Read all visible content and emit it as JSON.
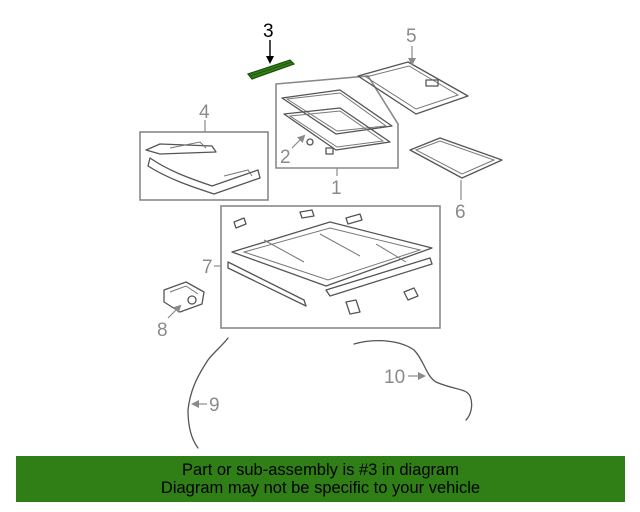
{
  "callouts": {
    "c1": "1",
    "c2": "2",
    "c3": "3",
    "c4": "4",
    "c5": "5",
    "c6": "6",
    "c7": "7",
    "c8": "8",
    "c9": "9",
    "c10": "10"
  },
  "highlighted_part": "3",
  "banner": {
    "line1": "Part or sub-assembly is #3 in diagram",
    "line2": "Diagram may not be specific to your vehicle"
  },
  "colors": {
    "banner_bg": "#2f7f16",
    "highlight_part": "#2f7f16",
    "line_art": "#555555",
    "callout_text": "#8a8a8a"
  }
}
